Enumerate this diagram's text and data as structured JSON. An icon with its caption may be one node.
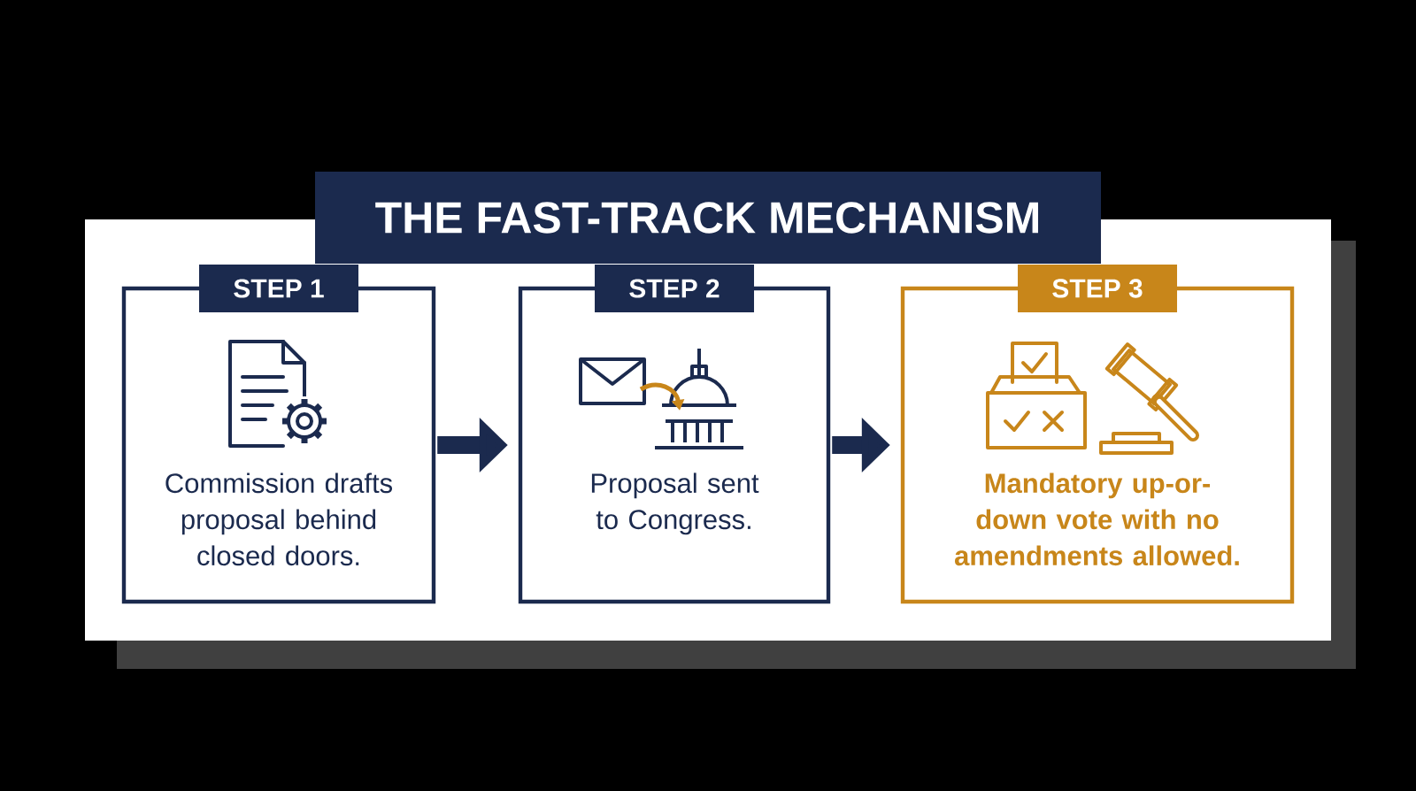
{
  "diagram": {
    "title": "THE FAST-TRACK MECHANISM",
    "nodes": [
      {
        "text": [
          "STEP 1",
          "Commission drafts proposal behind closed doors."
        ]
      },
      {
        "text": [
          "STEP 2",
          "Proposal sent to Congress."
        ]
      },
      {
        "text": [
          "STEP 3",
          "Mandatory up-or-down vote with no amendments allowed."
        ]
      }
    ],
    "edges": [
      {
        "from": 0,
        "to": 1,
        "arrow": "to"
      },
      {
        "from": 1,
        "to": 2,
        "arrow": "to"
      }
    ]
  }
}
